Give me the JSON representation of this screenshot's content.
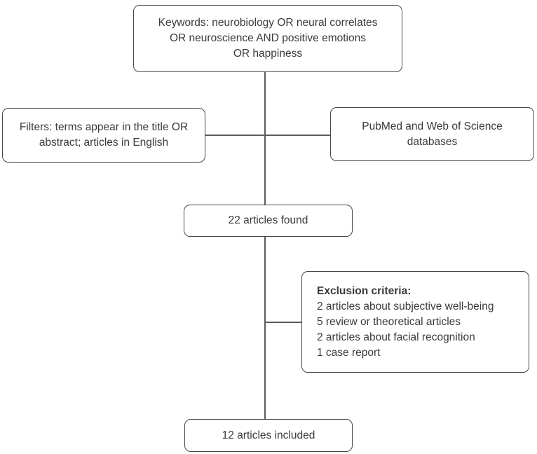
{
  "theme": {
    "bg": "#ffffff",
    "border": "#474747",
    "line": "#5c5c5c",
    "text": "#3a3a3a"
  },
  "boxes": {
    "keywords": {
      "lines": [
        "Keywords: neurobiology OR neural correlates",
        "OR neuroscience AND positive emotions",
        "OR happiness"
      ]
    },
    "filters": {
      "lines": [
        "Filters: terms appear in the title OR",
        "abstract; articles in English"
      ]
    },
    "databases": {
      "lines": [
        "PubMed and Web of Science",
        "databases"
      ]
    },
    "found": {
      "label": "22 articles found"
    },
    "exclusion": {
      "title": "Exclusion criteria:",
      "items": [
        "2 articles about subjective well-being",
        "5 review or theoretical articles",
        "2 articles about facial recognition",
        "1 case report"
      ]
    },
    "included": {
      "label": "12 articles included"
    }
  }
}
